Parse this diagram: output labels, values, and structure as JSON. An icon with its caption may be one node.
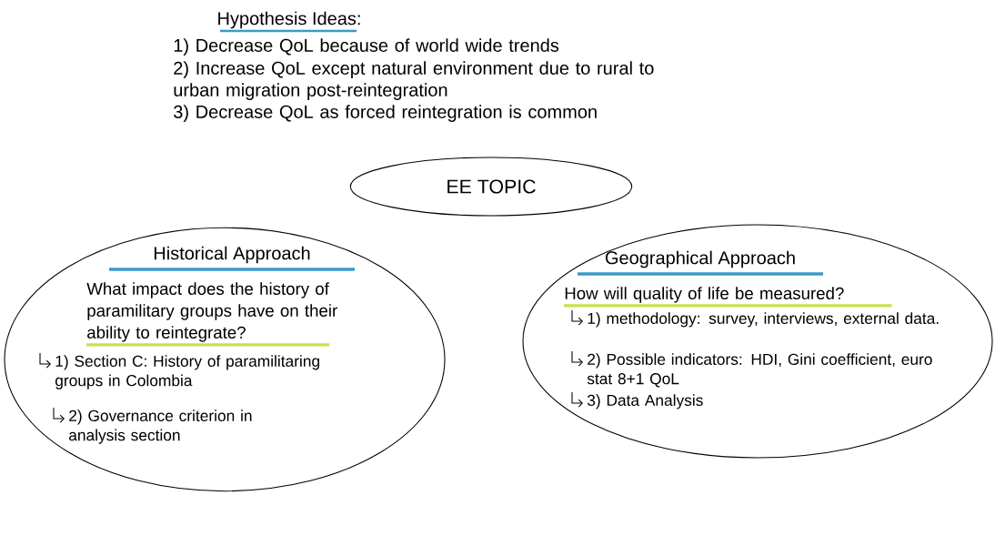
{
  "diagram": {
    "title": "Hypothesis Ideas:",
    "nodes": [
      {
        "text": [
          "EE TOPIC"
        ]
      },
      {
        "text": [
          "Historical Approach",
          "What impact does the history of paramilitary groups have on their ability to reintegrate?",
          "1) Section C: History of paramilitaring groups in Colombia",
          "2) Governance criterion in analysis section"
        ]
      },
      {
        "text": [
          "Geographical Approach",
          "How will quality of life be measured?",
          "1) methodology: survey, interviews, external data.",
          "2) Possible indicators: HDI, Gini coefficient, euro stat 8+1 QoL",
          "3) Data Analysis"
        ]
      }
    ],
    "labels": [
      "1) Decrease QoL because of world wide trends",
      "2) Increase QoL except natural environment due to rural to urban migration post-reintegration",
      "3) Decrease QoL as forced reintegration is common"
    ]
  }
}
